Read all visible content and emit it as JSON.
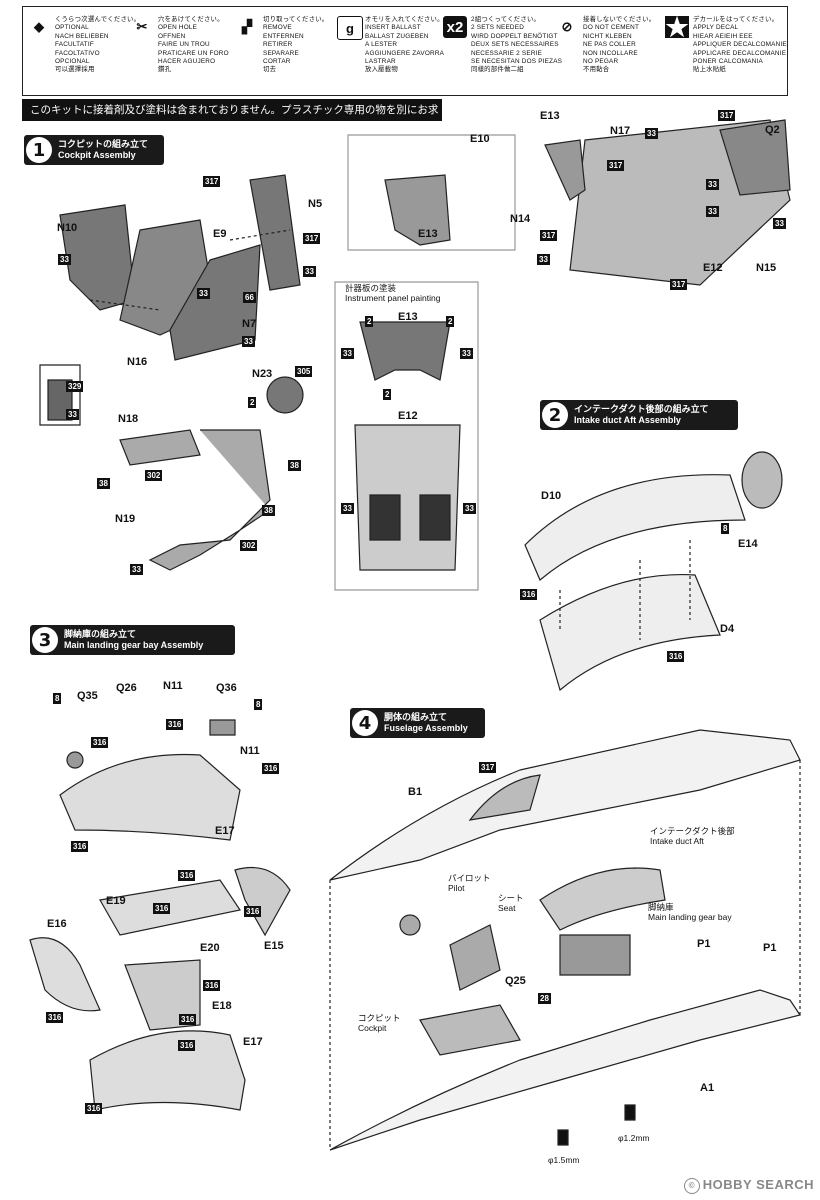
{
  "legend": [
    {
      "icon": "optional-icon",
      "glyph": "◆",
      "lines": [
        "くうらつ次選んでください。",
        "OPTIONAL",
        "NACH BELIEBEN",
        "FACULTATIF",
        "FACOLTATIVO",
        "OPCIONAL",
        "可以選擇採用"
      ]
    },
    {
      "icon": "drill-hole-icon",
      "glyph": "✂",
      "lines": [
        "穴をあけてください。",
        "OPEN HOLE",
        "OFFNEN",
        "FAIRE UN TROU",
        "PRATICARE UN FORO",
        "HACER AGUJERO",
        "鑽孔"
      ]
    },
    {
      "icon": "cut-off-icon",
      "glyph": "▞",
      "lines": [
        "切り取ってください。",
        "REMOVE",
        "ENTFERNEN",
        "RETIRER",
        "SEPARARE",
        "CORTAR",
        "切去"
      ]
    },
    {
      "icon": "ballast-icon",
      "glyph": "g",
      "lines": [
        "オモリを入れてください。",
        "INSERT BALLAST",
        "BALLAST ZUGEBEN",
        "A LESTER",
        "AGGIUNGERE ZAVORRA",
        "LASTRAR",
        "放入壓載物"
      ]
    },
    {
      "icon": "make-two-icon",
      "glyph": "x2",
      "lines": [
        "2組つくってください。",
        "2 SETS NEEDED",
        "WIRD DOPPELT BENÖTIGT",
        "DEUX SETS NECESSAIRES",
        "NECESSARIE 2 SERIE",
        "SE NECESITAN DOS PIEZAS",
        "同樣的部件做二組"
      ]
    },
    {
      "icon": "no-cement-icon",
      "glyph": "⊘",
      "lines": [
        "接着しないでください。",
        "DO NOT CEMENT",
        "NICHT KLEBEN",
        "NE PAS COLLER",
        "NON INCOLLARE",
        "NO PEGAR",
        "不用黏合"
      ]
    },
    {
      "icon": "decal-icon",
      "glyph": "★",
      "lines": [
        "デカールをはってください。",
        "APPLY DECAL",
        "HIEAR AEIEIH EEE",
        "APPLIQUER DECALCOMANIE",
        "APPLICARE DECALCOMANIE",
        "PONER CALCOMANIA",
        "貼上水貼紙"
      ]
    }
  ],
  "notice": "このキットに接着剤及び塗料は含まれておりません。プラスチック専用の物を別にお求め下さい。",
  "steps": [
    {
      "num": "1",
      "jp": "コクピットの組み立て",
      "en": "Cockpit Assembly"
    },
    {
      "num": "2",
      "jp": "インテークダクト後部の組み立て",
      "en": "Intake duct Aft Assembly"
    },
    {
      "num": "3",
      "jp": "脚納庫の組み立て",
      "en": "Main landing gear bay Assembly"
    },
    {
      "num": "4",
      "jp": "胴体の組み立て",
      "en": "Fuselage Assembly"
    }
  ],
  "instrument_panel": {
    "jp": "計器板の塗装",
    "en": "Instrument panel painting"
  },
  "callouts": {
    "seat_parts": [
      "N10",
      "E9",
      "N5",
      "N7",
      "N16"
    ],
    "pilot_parts": [
      "N23",
      "N18",
      "N19"
    ],
    "aft_parts": [
      "E10",
      "E13",
      "E13",
      "E12",
      "E13",
      "N17",
      "Q2",
      "N14",
      "E12",
      "N15"
    ],
    "intake_parts": [
      "D10",
      "E14",
      "D4"
    ],
    "gear_parts": [
      "Q35",
      "Q26",
      "N11",
      "Q36",
      "N11",
      "E17",
      "E19",
      "E16",
      "E20",
      "E15",
      "E18",
      "E17"
    ],
    "fuse_parts": [
      "B1",
      "P1",
      "P1",
      "Q25",
      "A1"
    ]
  },
  "colors": [
    "317",
    "33",
    "317",
    "33",
    "66",
    "33",
    "33",
    "329",
    "33",
    "305",
    "2",
    "38",
    "302",
    "38",
    "38",
    "302",
    "33",
    "2",
    "2",
    "33",
    "33",
    "2",
    "33",
    "33",
    "33",
    "317",
    "33",
    "33",
    "317",
    "33",
    "317",
    "33",
    "317",
    "8",
    "316",
    "316",
    "316",
    "8",
    "316",
    "316",
    "316",
    "8",
    "316",
    "316",
    "316",
    "316",
    "316",
    "316",
    "316",
    "316",
    "317",
    "28"
  ],
  "fuse_labels": {
    "intake_jp": "インテークダクト後部",
    "intake_en": "Intake duct Aft",
    "pilot_jp": "パイロット",
    "pilot_en": "Pilot",
    "seat_jp": "シート",
    "seat_en": "Seat",
    "bay_jp": "脚納庫",
    "bay_en": "Main landing gear bay",
    "cockpit_jp": "コクピット",
    "cockpit_en": "Cockpit",
    "drill1": "φ1.5mm",
    "drill2": "φ1.2mm"
  },
  "watermark": "HOBBY SEARCH"
}
